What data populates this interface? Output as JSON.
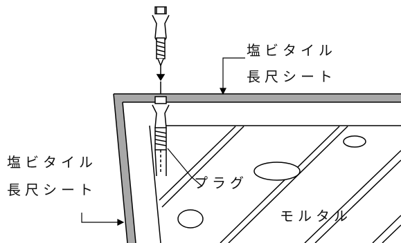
{
  "labels": {
    "vinyl_tile_sheet_top_line1": "塩ビタイル",
    "vinyl_tile_sheet_top_line2": "長尺シート",
    "vinyl_tile_sheet_left_line1": "塩ビタイル",
    "vinyl_tile_sheet_left_line2": "長尺シート",
    "plug": "プラグ",
    "mortar": "モルタル"
  },
  "colors": {
    "line": "#000000",
    "tile_gray": "#a8a8a8",
    "background": "#ffffff"
  }
}
